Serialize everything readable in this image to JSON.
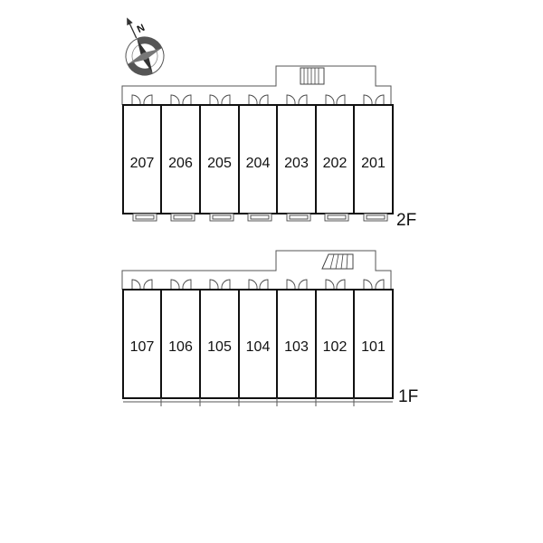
{
  "compass": {
    "label": "N",
    "icon": "compass-rose-icon"
  },
  "floors": [
    {
      "id": "floor-2",
      "label": "2F",
      "units": [
        "207",
        "206",
        "205",
        "204",
        "203",
        "202",
        "201"
      ]
    },
    {
      "id": "floor-1",
      "label": "1F",
      "units": [
        "107",
        "106",
        "105",
        "104",
        "103",
        "102",
        "101"
      ]
    }
  ]
}
